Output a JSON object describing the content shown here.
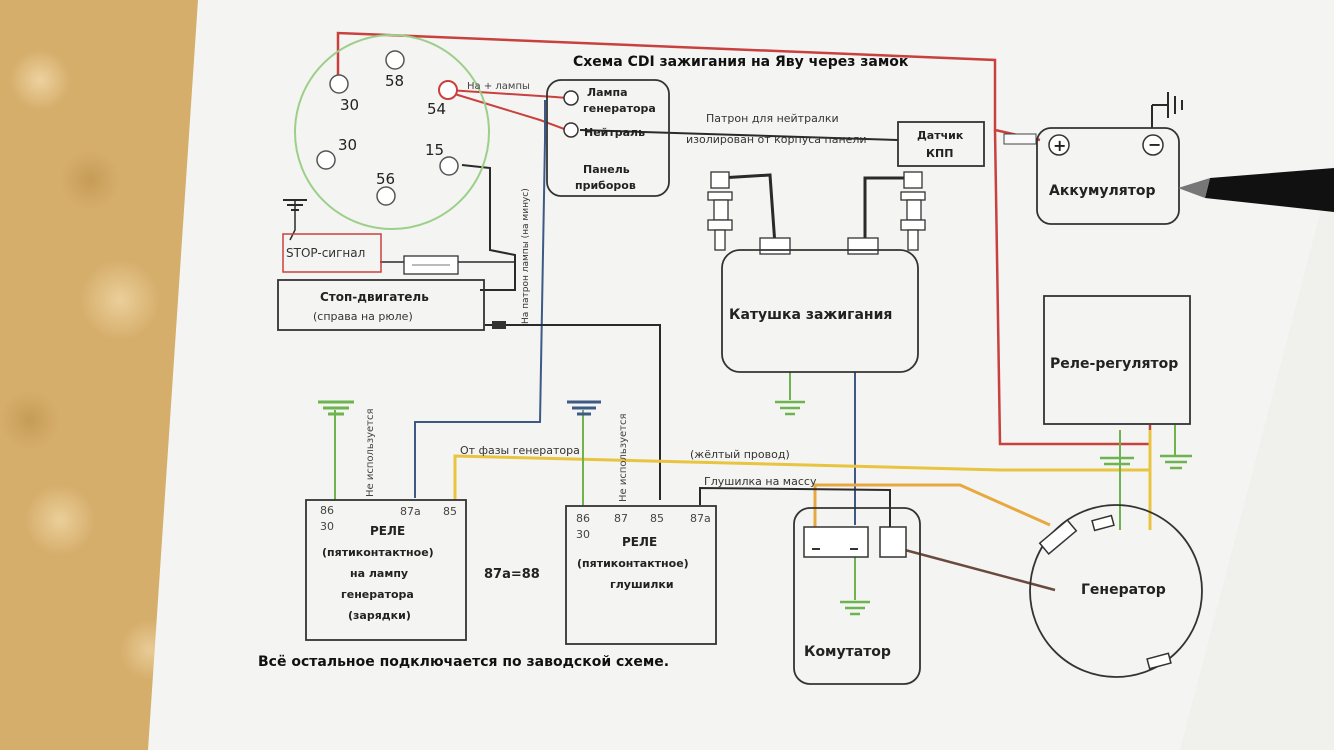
{
  "title": "Схема CDI зажигания на Яву через замок",
  "footer": "Всё остальное подключается по заводской схеме.",
  "colors": {
    "red": "#c8413e",
    "yellow": "#e8c440",
    "green": "#6db34f",
    "blue": "#3d5a86",
    "black": "#2a2a2a",
    "brown": "#6b4a3e"
  },
  "ignition_switch": {
    "pin_30_top": "30",
    "pin_58": "58",
    "pin_54": "54",
    "pin_30_bottom": "30",
    "pin_15": "15",
    "pin_56": "56",
    "to_lamps": "На + лампы"
  },
  "instrument_panel": {
    "lamp_line1": "Лампа",
    "lamp_line2": "генератора",
    "neutral": "Нейтраль",
    "panel_line1": "Панель",
    "panel_line2": "приборов"
  },
  "neutral_note": {
    "line1": "Патрон для нейтралки",
    "line2": "изолирован от корпуса панели"
  },
  "sensor": {
    "line1": "Датчик",
    "line2": "КПП"
  },
  "battery": {
    "label": "Аккумулятор",
    "plus": "+",
    "minus": "−"
  },
  "stop_signal": "STOP-сигнал",
  "engine_stop": {
    "line1": "Стоп-двигатель",
    "line2": "(справа на рюле)"
  },
  "lamp_wire_note": "На патрон лампы (на минус)",
  "coil": "Катушка зажигания",
  "regulator": "Реле-регулятор",
  "relay1": {
    "pin_86": "86",
    "pin_30": "30",
    "pin_87a": "87a",
    "pin_85": "85",
    "unused": "Не используется",
    "title": "РЕЛЕ",
    "line2": "(пятиконтактное)",
    "line3": "на лампу",
    "line4": "генератора",
    "line5": "(зарядки)"
  },
  "relay_note": "87a=88",
  "relay2": {
    "pin_86": "86",
    "pin_30": "30",
    "pin_87": "87",
    "pin_85": "85",
    "pin_87a": "87a",
    "unused": "Не используется",
    "title": "РЕЛЕ",
    "line2": "(пятиконтактное)",
    "line3": "глушилки"
  },
  "phase_note": "От фазы генератора",
  "yellow_note": "(жёлтый провод)",
  "kill_note": "Глушилка на массу",
  "commutator": "Комутатор",
  "generator": "Генератор"
}
